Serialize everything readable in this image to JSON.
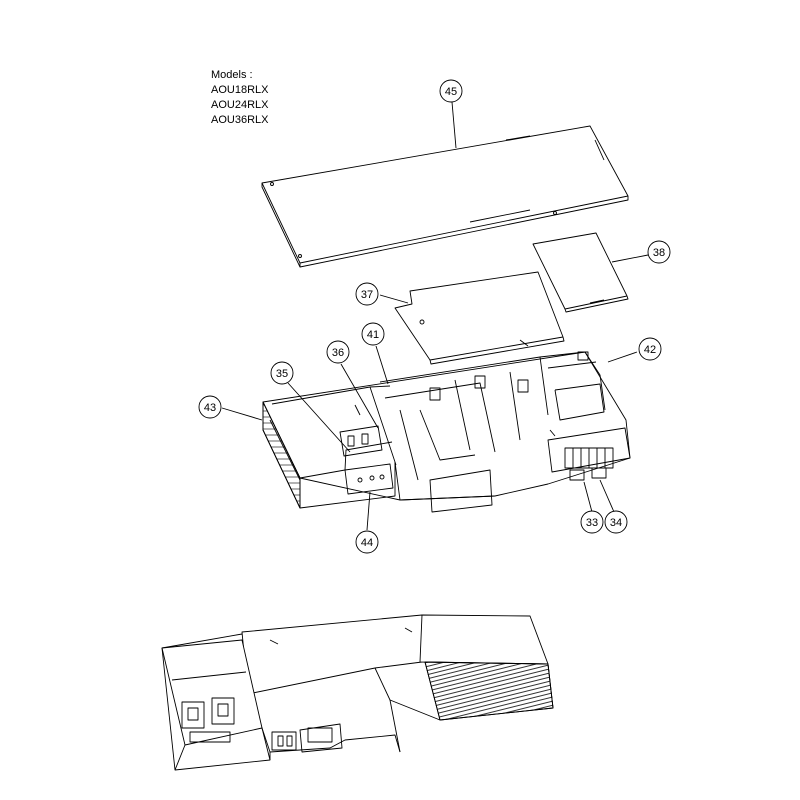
{
  "models": {
    "heading": "Models :",
    "list": [
      "AOU18RLX",
      "AOU24RLX",
      "AOU36RLX"
    ]
  },
  "callouts": [
    {
      "label": "45"
    },
    {
      "label": "38"
    },
    {
      "label": "37"
    },
    {
      "label": "41"
    },
    {
      "label": "36"
    },
    {
      "label": "42"
    },
    {
      "label": "35"
    },
    {
      "label": "43"
    },
    {
      "label": "44"
    },
    {
      "label": "33"
    },
    {
      "label": "34"
    }
  ],
  "colors": {
    "line": "#000000",
    "background": "#ffffff"
  }
}
